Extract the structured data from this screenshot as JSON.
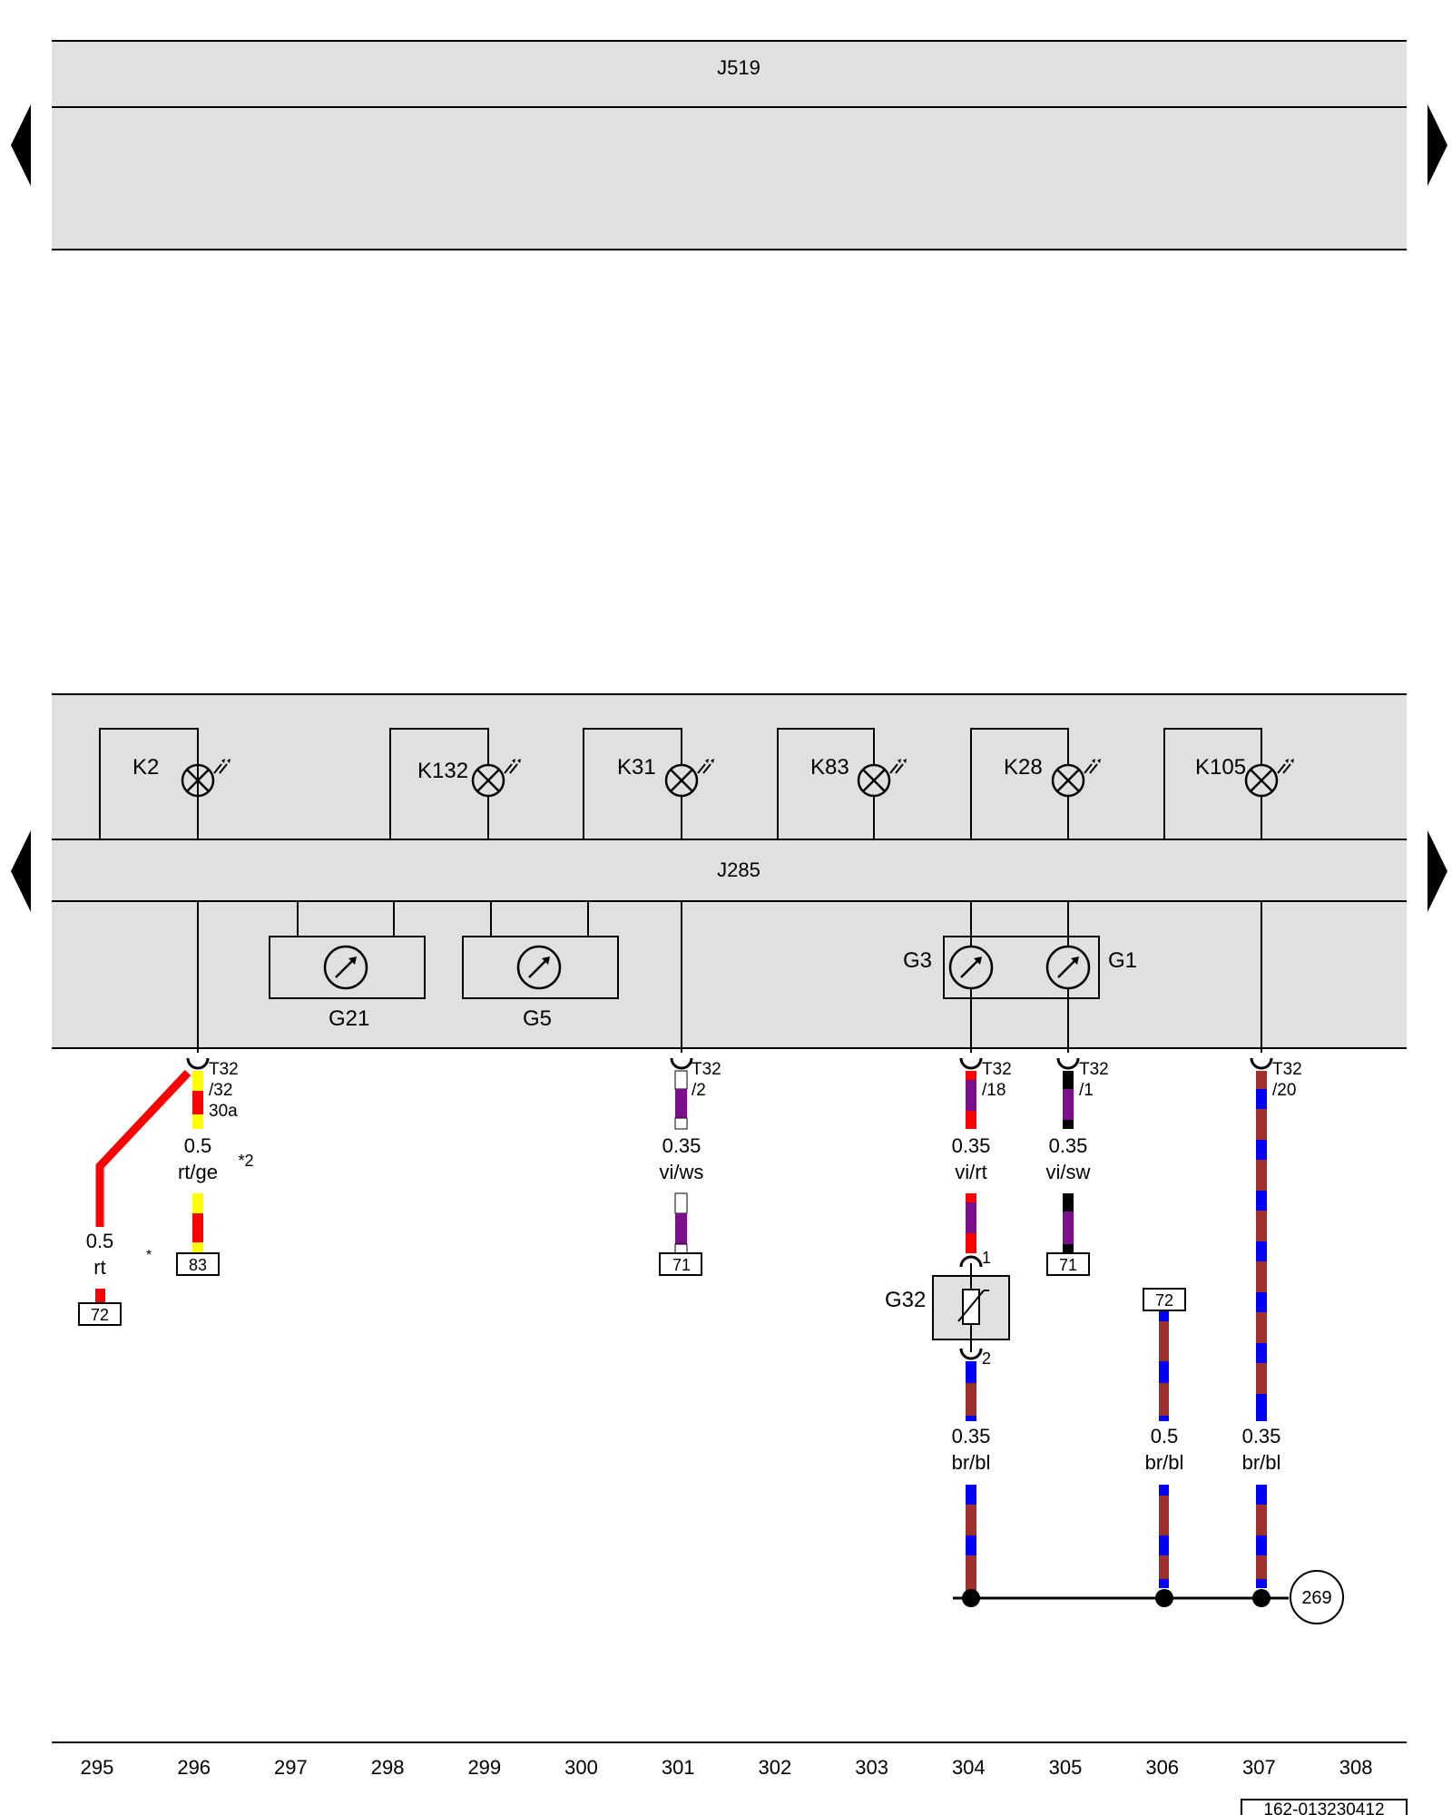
{
  "colors": {
    "panel": "#e0e0e0",
    "line": "#000000",
    "red": "#ff0000",
    "yellow": "#ffff00",
    "violet": "#7b0f8c",
    "white": "#ffffff",
    "black": "#000000",
    "brown": "#a0302c",
    "blue": "#0000ff"
  },
  "modules": {
    "upper": "J519",
    "cluster": "J285"
  },
  "warning_lamps": [
    "K2",
    "K132",
    "K31",
    "K83",
    "K28",
    "K105"
  ],
  "gauges": {
    "g21": "G21",
    "g5": "G5",
    "g3": "G3",
    "g1": "G1"
  },
  "connectors": {
    "c296": [
      "T32",
      "/32",
      "30a"
    ],
    "c301": [
      "T32",
      "/2"
    ],
    "c304": [
      "T32",
      "/18"
    ],
    "c305": [
      "T32",
      "/1"
    ],
    "c307": [
      "T32",
      "/20"
    ]
  },
  "wires": {
    "w295": {
      "size": "0.5",
      "color": "rt",
      "ref": "72",
      "note": "*"
    },
    "w296": {
      "size": "0.5",
      "color": "rt/ge",
      "ref": "83",
      "note": "*2"
    },
    "w301": {
      "size": "0.35",
      "color": "vi/ws",
      "ref": "71"
    },
    "w304a": {
      "size": "0.35",
      "color": "vi/rt"
    },
    "w305": {
      "size": "0.35",
      "color": "vi/sw",
      "ref": "71"
    },
    "w304b": {
      "size": "0.35",
      "color": "br/bl"
    },
    "w306": {
      "size": "0.5",
      "color": "br/bl",
      "ref": "72"
    },
    "w307": {
      "size": "0.35",
      "color": "br/bl"
    }
  },
  "sensor": {
    "name": "G32",
    "pin_top": "1",
    "pin_bottom": "2"
  },
  "ground_connection": "269",
  "track_numbers": [
    "295",
    "296",
    "297",
    "298",
    "299",
    "300",
    "301",
    "302",
    "303",
    "304",
    "305",
    "306",
    "307",
    "308"
  ],
  "document_id": "162-013230412"
}
